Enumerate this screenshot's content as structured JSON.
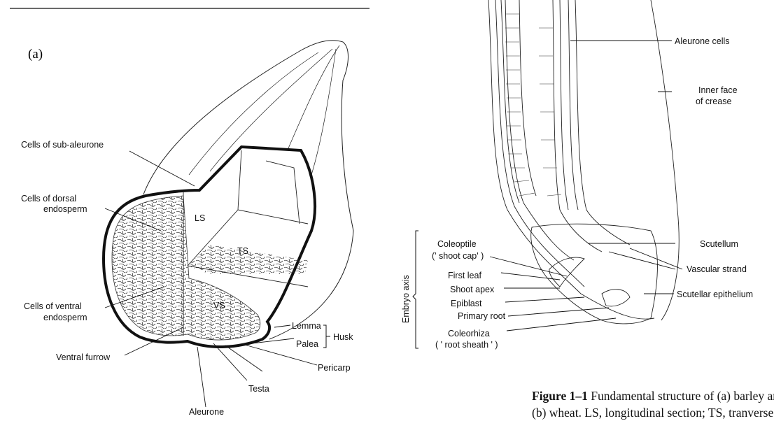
{
  "panel_a": {
    "panel_label": "(a)",
    "labels": {
      "sub_aleurone": "Cells of sub-aleurone",
      "dorsal_1": "Cells of dorsal",
      "dorsal_2": "endosperm",
      "ventral_1": "Cells of ventral",
      "ventral_2": "endosperm",
      "ventral_furrow": "Ventral furrow",
      "ls": "LS",
      "ts": "TS",
      "vs": "VS",
      "lemma": "Lemma",
      "palea": "Palea",
      "husk": "Husk",
      "pericarp": "Pericarp",
      "testa": "Testa",
      "aleurone": "Aleurone"
    }
  },
  "panel_b": {
    "labels": {
      "aleurone_cells": "Aleurone cells",
      "inner_face_1": "Inner face",
      "inner_face_2": "of crease",
      "scutellum": "Scutellum",
      "vascular_strand": "Vascular strand",
      "scutellar_epithelium": "Scutellar epithelium",
      "coleoptile_1": "Coleoptile",
      "coleoptile_2": "(' shoot cap' )",
      "first_leaf": "First leaf",
      "shoot_apex": "Shoot apex",
      "epiblast": "Epiblast",
      "primary_root": "Primary root",
      "coleorhiza_1": "Coleorhiza",
      "coleorhiza_2": "( ' root sheath ' )",
      "embryo_axis": "Embryo axis"
    }
  },
  "caption": {
    "figure_number": "Figure 1–1",
    "line1_rest": " Fundamental structure of (a) barley and",
    "line2": "(b) wheat. LS, longitudinal section; TS, tranverse sec-"
  }
}
